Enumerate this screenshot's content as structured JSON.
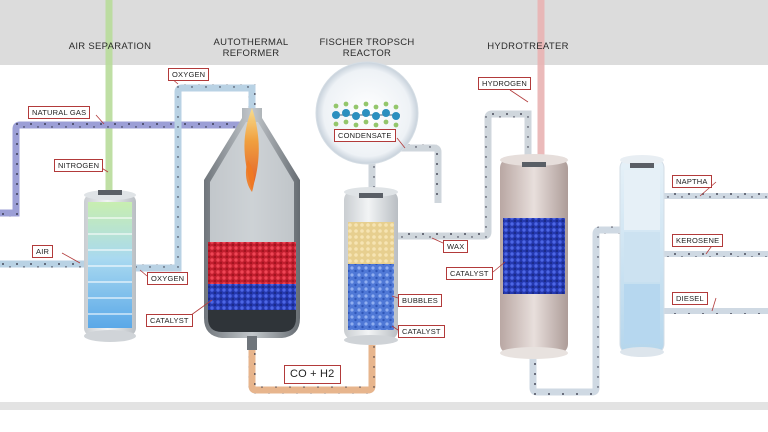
{
  "stages": [
    {
      "id": "air_separation",
      "title": "AIR SEPARATION"
    },
    {
      "id": "autothermal_reformer",
      "title": "AUTOTHERMAL\nREFORMER"
    },
    {
      "id": "fischer_tropsch_reactor",
      "title": "FISCHER TROPSCH\nREACTOR"
    },
    {
      "id": "hydrotreater",
      "title": "HYDROTREATER"
    }
  ],
  "labels": {
    "natural_gas": "NATURAL GAS",
    "nitrogen": "NITROGEN",
    "air": "AIR",
    "oxygen_top": "OXYGEN",
    "oxygen_side": "OXYGEN",
    "catalyst_reformer": "CATALYST",
    "co_h2": "CO + H2",
    "condensate": "CONDENSATE",
    "wax": "WAX",
    "bubbles": "BUBBLES",
    "catalyst_ft": "CATALYST",
    "hydrogen": "HYDROGEN",
    "catalyst_hydrotreater": "CATALYST",
    "naptha": "NAPTHA",
    "kerosene": "KEROSENE",
    "diesel": "DIESEL"
  },
  "colors": {
    "label_border": "#b23a3a",
    "pipe_natural_gas": "#9c9fd6",
    "pipe_oxygen": "#b9d2e4",
    "pipe_nitrogen": "#b8dc9a",
    "pipe_hydrogen": "#e9b3b3",
    "pipe_syngas": "#e7b58d",
    "pipe_product": "#cfd9e3",
    "catalyst_red": "#d8293a",
    "catalyst_blue": "#2f48c8",
    "wax_yellow": "#e9d49a"
  },
  "icons": {
    "vessel_logo": "gtl-logo",
    "molecule": "hydrocarbon-chain-molecule",
    "flame": "burner-flame"
  }
}
